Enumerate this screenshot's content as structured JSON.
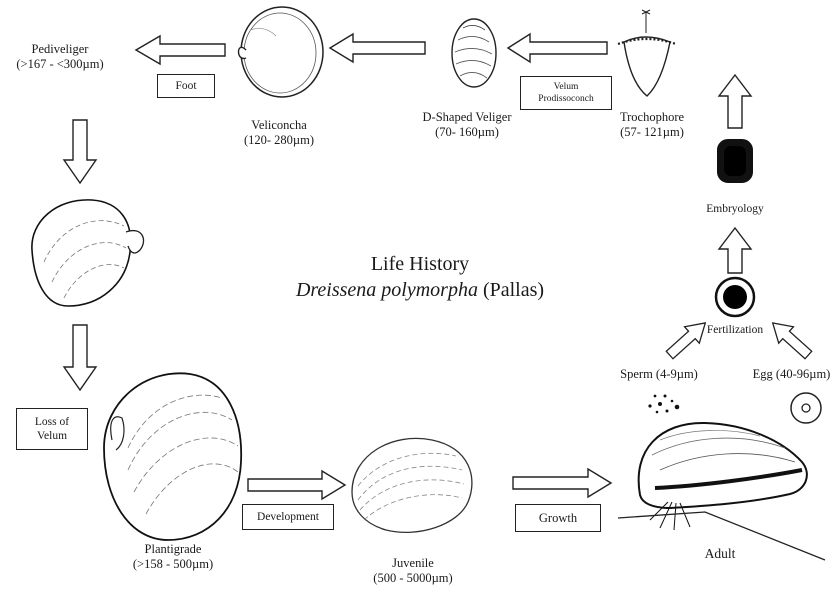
{
  "title": {
    "line1": "Life History",
    "species_italic": "Dreissena polymorpha",
    "authority": " (Pallas)"
  },
  "stages": {
    "pediveliger": {
      "name": "Pediveliger",
      "size": "(>167 - <300µm)"
    },
    "veliconcha": {
      "name": "Veliconcha",
      "size": "(120- 280µm)"
    },
    "d_veliger": {
      "name": "D-Shaped Veliger",
      "size": "(70- 160µm)"
    },
    "trochophore": {
      "name": "Trochophore",
      "size": "(57- 121µm)"
    },
    "embryology": {
      "name": "Embryology"
    },
    "fertilization": {
      "name": "Fertilization"
    },
    "sperm": {
      "name": "Sperm (4-9µm)"
    },
    "egg": {
      "name": "Egg (40-96µm)"
    },
    "adult": {
      "name": "Adult"
    },
    "juvenile": {
      "name": "Juvenile",
      "size": "(500 - 5000µm)"
    },
    "plantigrade": {
      "name": "Plantigrade",
      "size": "(>158 - 500µm)"
    }
  },
  "labels": {
    "foot": "Foot",
    "velum_line1": "Velum",
    "velum_line2": "Prodissoconch",
    "loss_line1": "Loss of",
    "loss_line2": "Velum",
    "development": "Development",
    "growth": "Growth"
  },
  "colors": {
    "ink": "#1a1a1a",
    "background": "#ffffff"
  },
  "icons": [
    "veliconcha-shell-icon",
    "d-veliger-shell-icon",
    "trochophore-larva-icon",
    "embryo-icon",
    "fertilized-egg-icon",
    "sperm-dots-icon",
    "egg-icon",
    "adult-mussel-icon",
    "juvenile-shell-icon",
    "plantigrade-shell-icon",
    "pediveliger-shell-icon",
    "hollow-arrow-icon"
  ]
}
